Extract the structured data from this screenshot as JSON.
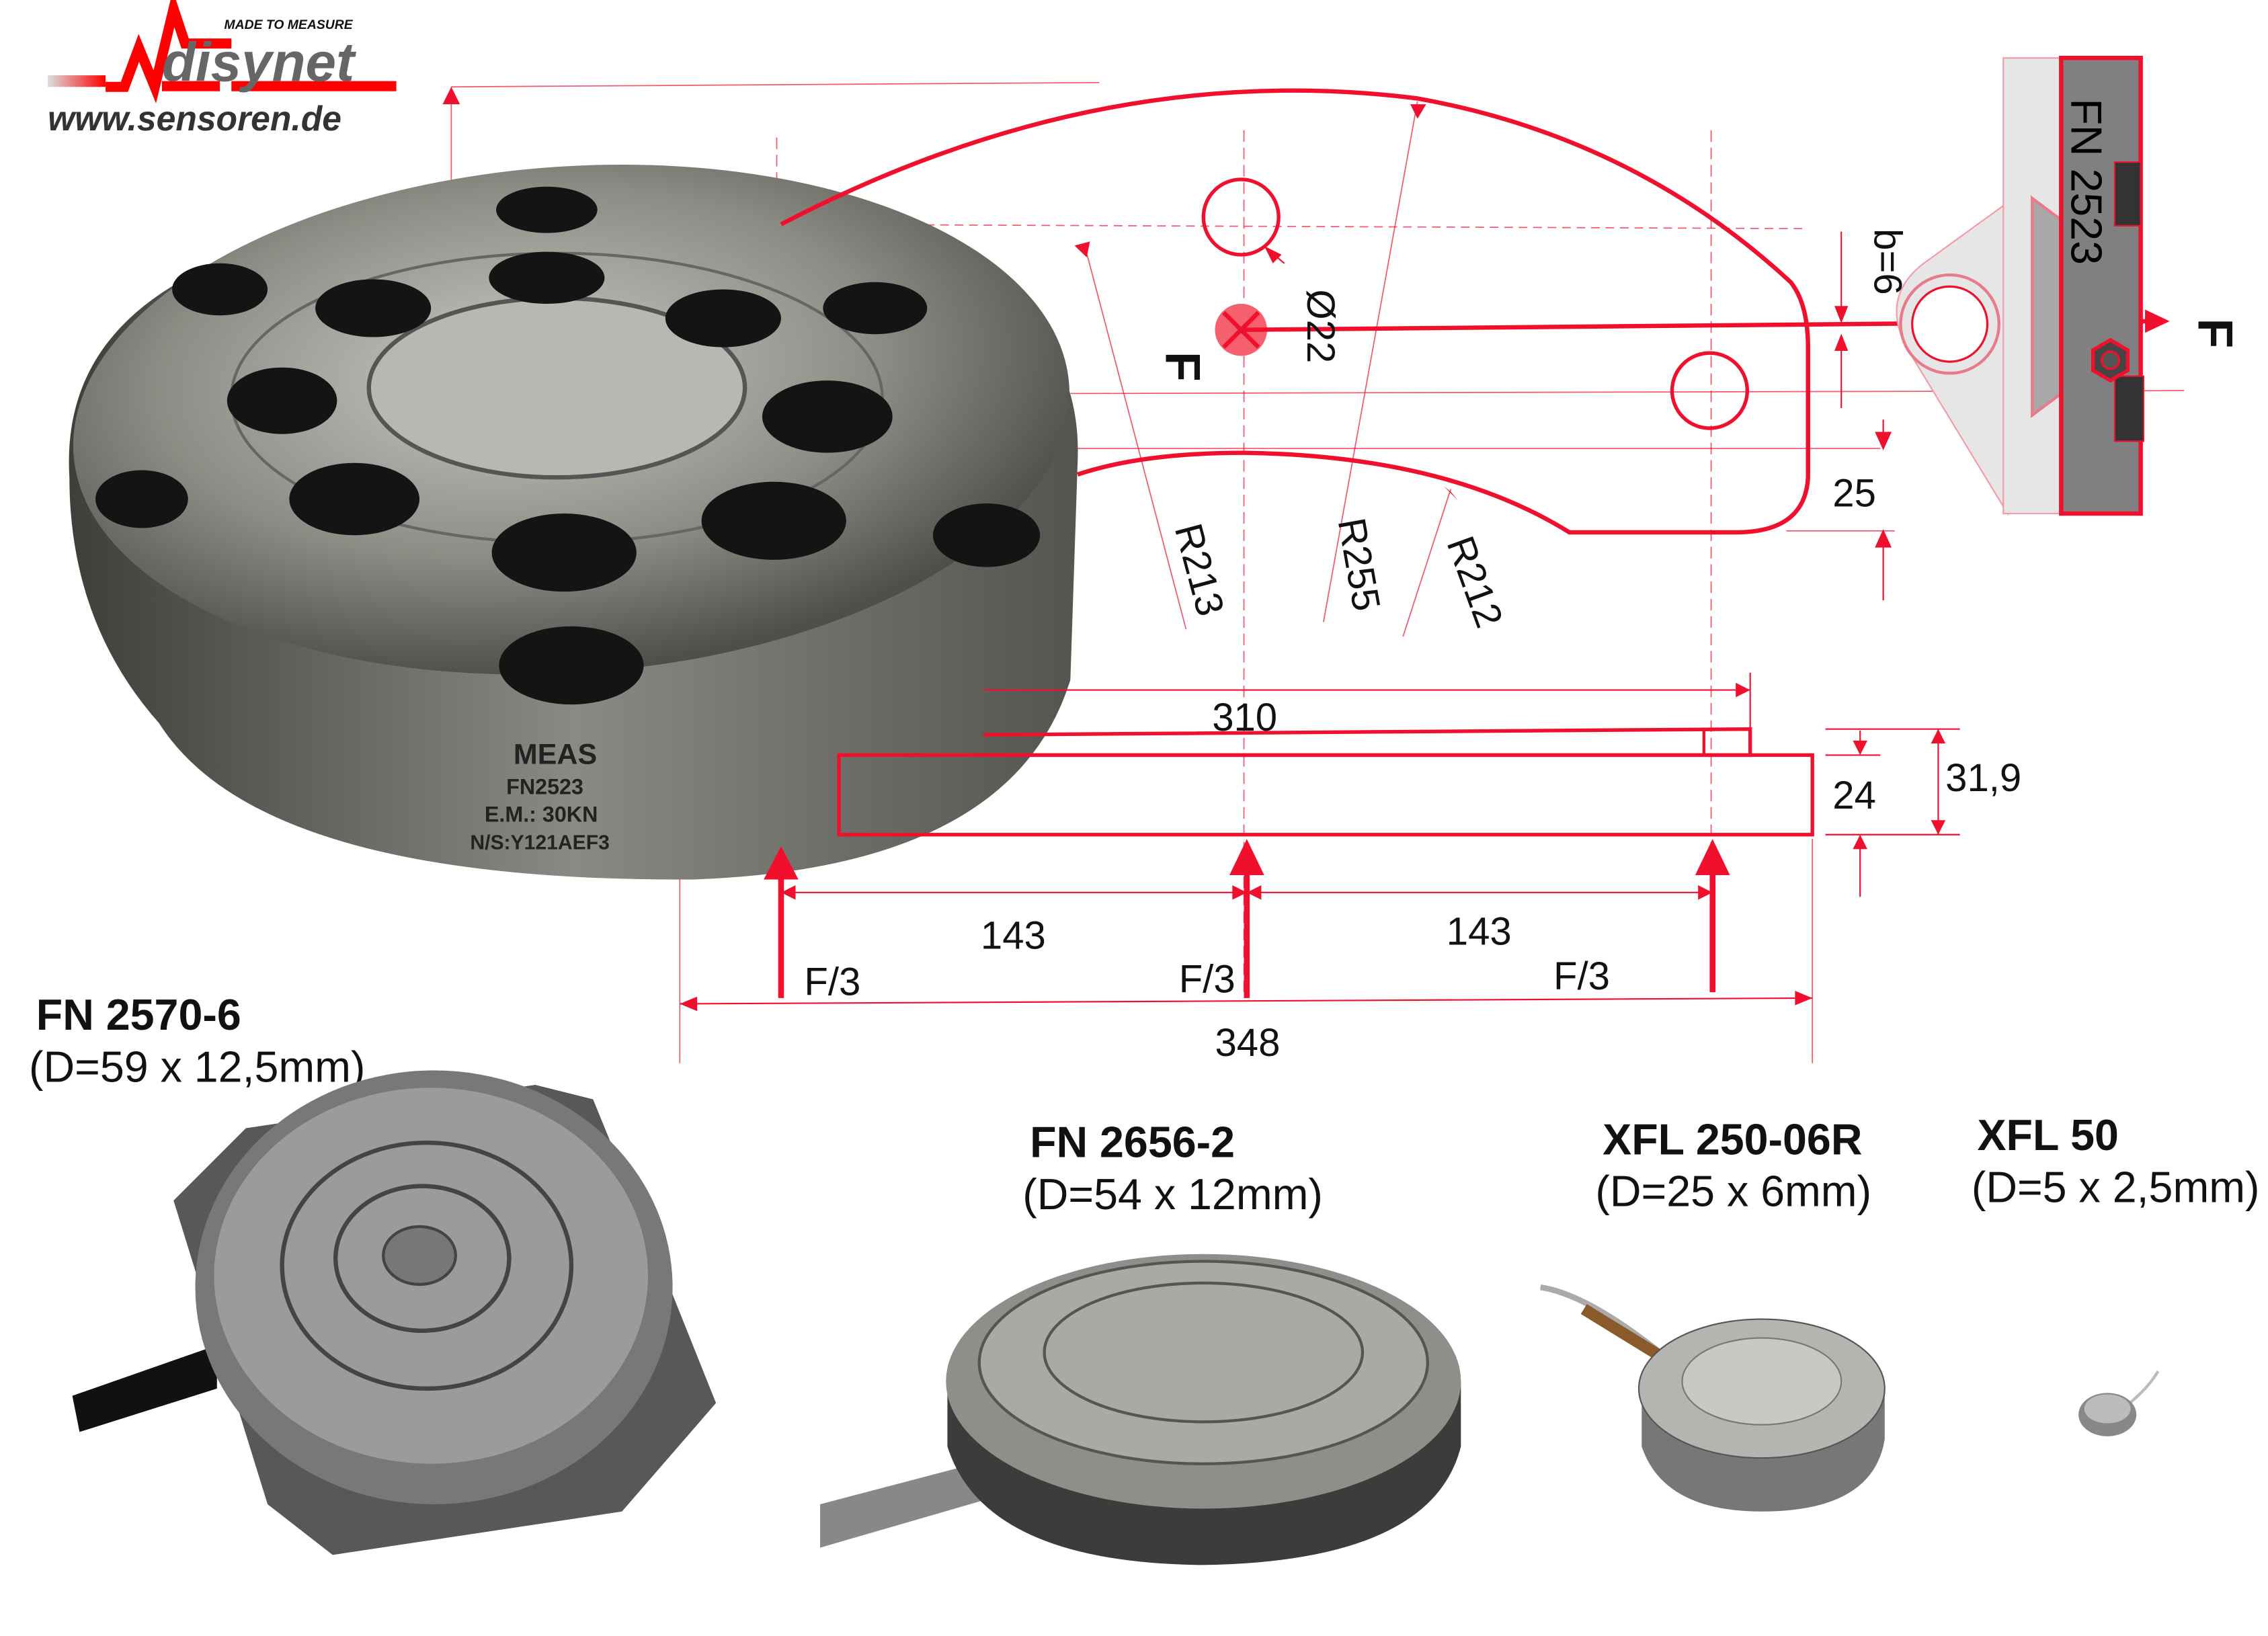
{
  "logo": {
    "brand": "disynet",
    "tagline": "MADE TO MEASURE",
    "url": "www.sensoren.de"
  },
  "colors": {
    "accent": "#f0102e",
    "dark": "#333333",
    "gray": "#808080"
  },
  "drawing": {
    "force": "F",
    "force_right": "F",
    "bore": "Ø22",
    "radii": [
      "R213",
      "R255",
      "R212"
    ],
    "offset": "b=6",
    "height_25": "25",
    "sensor_label": "FN 2523",
    "length_310": "310",
    "thick_24": "24",
    "thick_319": "31,9",
    "span_left": "143",
    "span_right": "143",
    "total": "348",
    "load_labels": [
      "F/3",
      "F/3",
      "F/3"
    ]
  },
  "main_photo": {
    "marking": [
      "MEAS",
      "FN2523",
      "E.M.: 30KN",
      "N/S:Y121AEF3"
    ]
  },
  "products": [
    {
      "name": "FN 2570-6",
      "dims": "(D=59 x 12,5mm)"
    },
    {
      "name": "FN 2656-2",
      "dims": "(D=54 x 12mm)"
    },
    {
      "name": "XFL 250-06R",
      "dims": "(D=25 x 6mm)"
    },
    {
      "name": "XFL 50",
      "dims": "(D=5 x 2,5mm)"
    }
  ]
}
